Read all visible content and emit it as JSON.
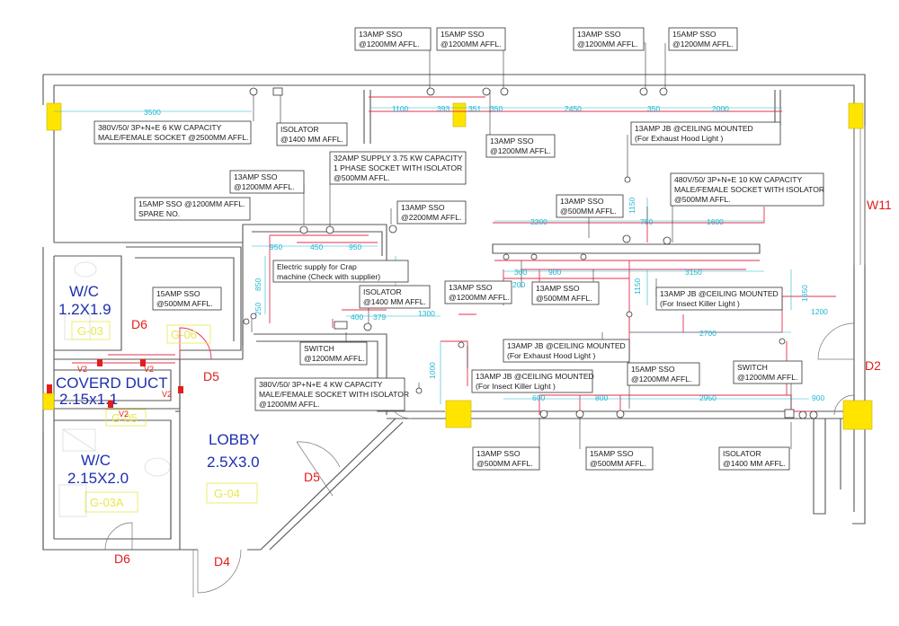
{
  "rooms": [
    {
      "name": "W/C",
      "size": "1.2X1.9",
      "tag": "G-03"
    },
    {
      "name": "COVERD DUCT",
      "size": "2.15x1.1",
      "tag": "G-05"
    },
    {
      "name": "W/C",
      "size": "2.15X2.0",
      "tag": "G-03A"
    },
    {
      "name": "LOBBY",
      "size": "2.5X3.0",
      "tag": "G-04"
    },
    {
      "name": "",
      "size": "",
      "tag": "G-06"
    }
  ],
  "door_labels": [
    "D6",
    "D5",
    "D5",
    "D6",
    "D4",
    "D2"
  ],
  "window_labels": [
    "W11"
  ],
  "ventilation_labels": [
    "V2",
    "V2",
    "V2",
    "V2"
  ],
  "dimensions": [
    "3500",
    "1100",
    "393",
    "351",
    "350",
    "2450",
    "350",
    "2000",
    "950",
    "450",
    "950",
    "850",
    "250",
    "400",
    "400",
    "379",
    "1300",
    "2200",
    "750",
    "1150",
    "1600",
    "300",
    "900",
    "3150",
    "200",
    "1150",
    "1650",
    "1200",
    "2700",
    "1000",
    "600",
    "800",
    "2950",
    "900"
  ],
  "notes": [
    [
      "13AMP SSO",
      "@1200MM AFFL."
    ],
    [
      "15AMP SSO",
      "@1200MM AFFL."
    ],
    [
      "13AMP SSO",
      "@1200MM AFFL."
    ],
    [
      "15AMP SSO",
      "@1200MM AFFL."
    ],
    [
      "380V/50/ 3P+N+E 6 KW CAPACITY",
      "MALE/FEMALE SOCKET @2500MM AFFL."
    ],
    [
      "ISOLATOR",
      "@1400 MM AFFL."
    ],
    [
      "13AMP SSO",
      "@1200MM AFFL."
    ],
    [
      "13AMP JB @CEILING MOUNTED",
      "(For Exhaust Hood Light )"
    ],
    [
      "32AMP SUPPLY 3.75 KW CAPACITY",
      "1 PHASE SOCKET WITH ISOLATOR",
      "@500MM AFFL."
    ],
    [
      "13AMP SSO",
      "@1200MM AFFL."
    ],
    [
      "480V/50/ 3P+N+E 10 KW CAPACITY",
      "MALE/FEMALE SOCKET WITH ISOLATOR",
      "@500MM AFFL."
    ],
    [
      "15AMP SSO @1200MM AFFL.",
      "SPARE NO."
    ],
    [
      "13AMP SSO",
      "@2200MM AFFL."
    ],
    [
      "13AMP SSO",
      "@500MM AFFL."
    ],
    [
      "Electric supply for Crap",
      "machine (Check with supplier)"
    ],
    [
      "15AMP SSO",
      "@500MM AFFL."
    ],
    [
      "ISOLATOR",
      "@1400 MM AFFL."
    ],
    [
      "13AMP SSO",
      "@1200MM AFFL."
    ],
    [
      "13AMP SSO",
      "@500MM AFFL."
    ],
    [
      "13AMP JB @CEILING MOUNTED",
      "(For Insect Killer Light )"
    ],
    [
      "SWITCH",
      "@1200MM AFFL."
    ],
    [
      "13AMP JB @CEILING MOUNTED",
      "(For Exhaust Hood Light )"
    ],
    [
      "380V/50/ 3P+N+E 4 KW CAPACITY",
      "MALE/FEMALE SOCKET WITH ISOLATOR",
      "@1200MM AFFL."
    ],
    [
      "13AMP JB @CEILING MOUNTED",
      "(For Insect Killer Light )"
    ],
    [
      "15AMP SSO",
      "@1200MM AFFL."
    ],
    [
      "SWITCH",
      "@1200MM AFFL."
    ],
    [
      "13AMP SSO",
      "@500MM AFFL."
    ],
    [
      "15AMP SSO",
      "@500MM AFFL."
    ],
    [
      "ISOLATOR",
      "@1400 MM AFFL."
    ]
  ],
  "colors": {
    "wall": "#555555",
    "dimension": "#1fb7d1",
    "room_label": "#1d2fb0",
    "door_label": "#e21d1d",
    "column": "#ffe400",
    "circuit": "#e4324d"
  }
}
